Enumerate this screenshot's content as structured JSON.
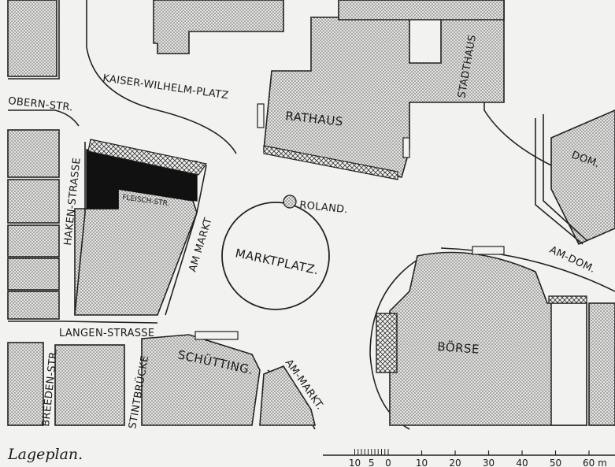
{
  "title": "Lageplan.",
  "labels": {
    "kaiser_wilhelm_platz": "KAISER-WILHELM-PLATZ",
    "obern_str": "OBERN-STR.",
    "haken_strasse": "HAKEN-STRASSE",
    "fleisch_str": "FLEISCH-STR.",
    "am_markt_1": "AM MARKT",
    "am_markt_2": "AM-MARKT.",
    "rathaus": "RATHAUS",
    "stadthaus": "STADTHAUS",
    "dom": "DOM.",
    "am_dom": "AM-DOM.",
    "roland": "ROLAND.",
    "marktplatz": "MARKTPLATZ.",
    "langen_strasse": "LANGEN-STRASSE",
    "schutting": "SCHÜTTING.",
    "borse": "BÖRSE",
    "breeden_str": "BREEDEN-STR.",
    "stintbrucke": "STINTBRÜCKE"
  },
  "scale_bar": {
    "unit": "m",
    "ticks": [
      "10",
      "5",
      "0",
      "10",
      "20",
      "30",
      "40",
      "50",
      "60 m"
    ]
  },
  "colors": {
    "ink": "#1a1a1a",
    "paper": "#f2f2f0",
    "highlight_building": "#111111"
  }
}
